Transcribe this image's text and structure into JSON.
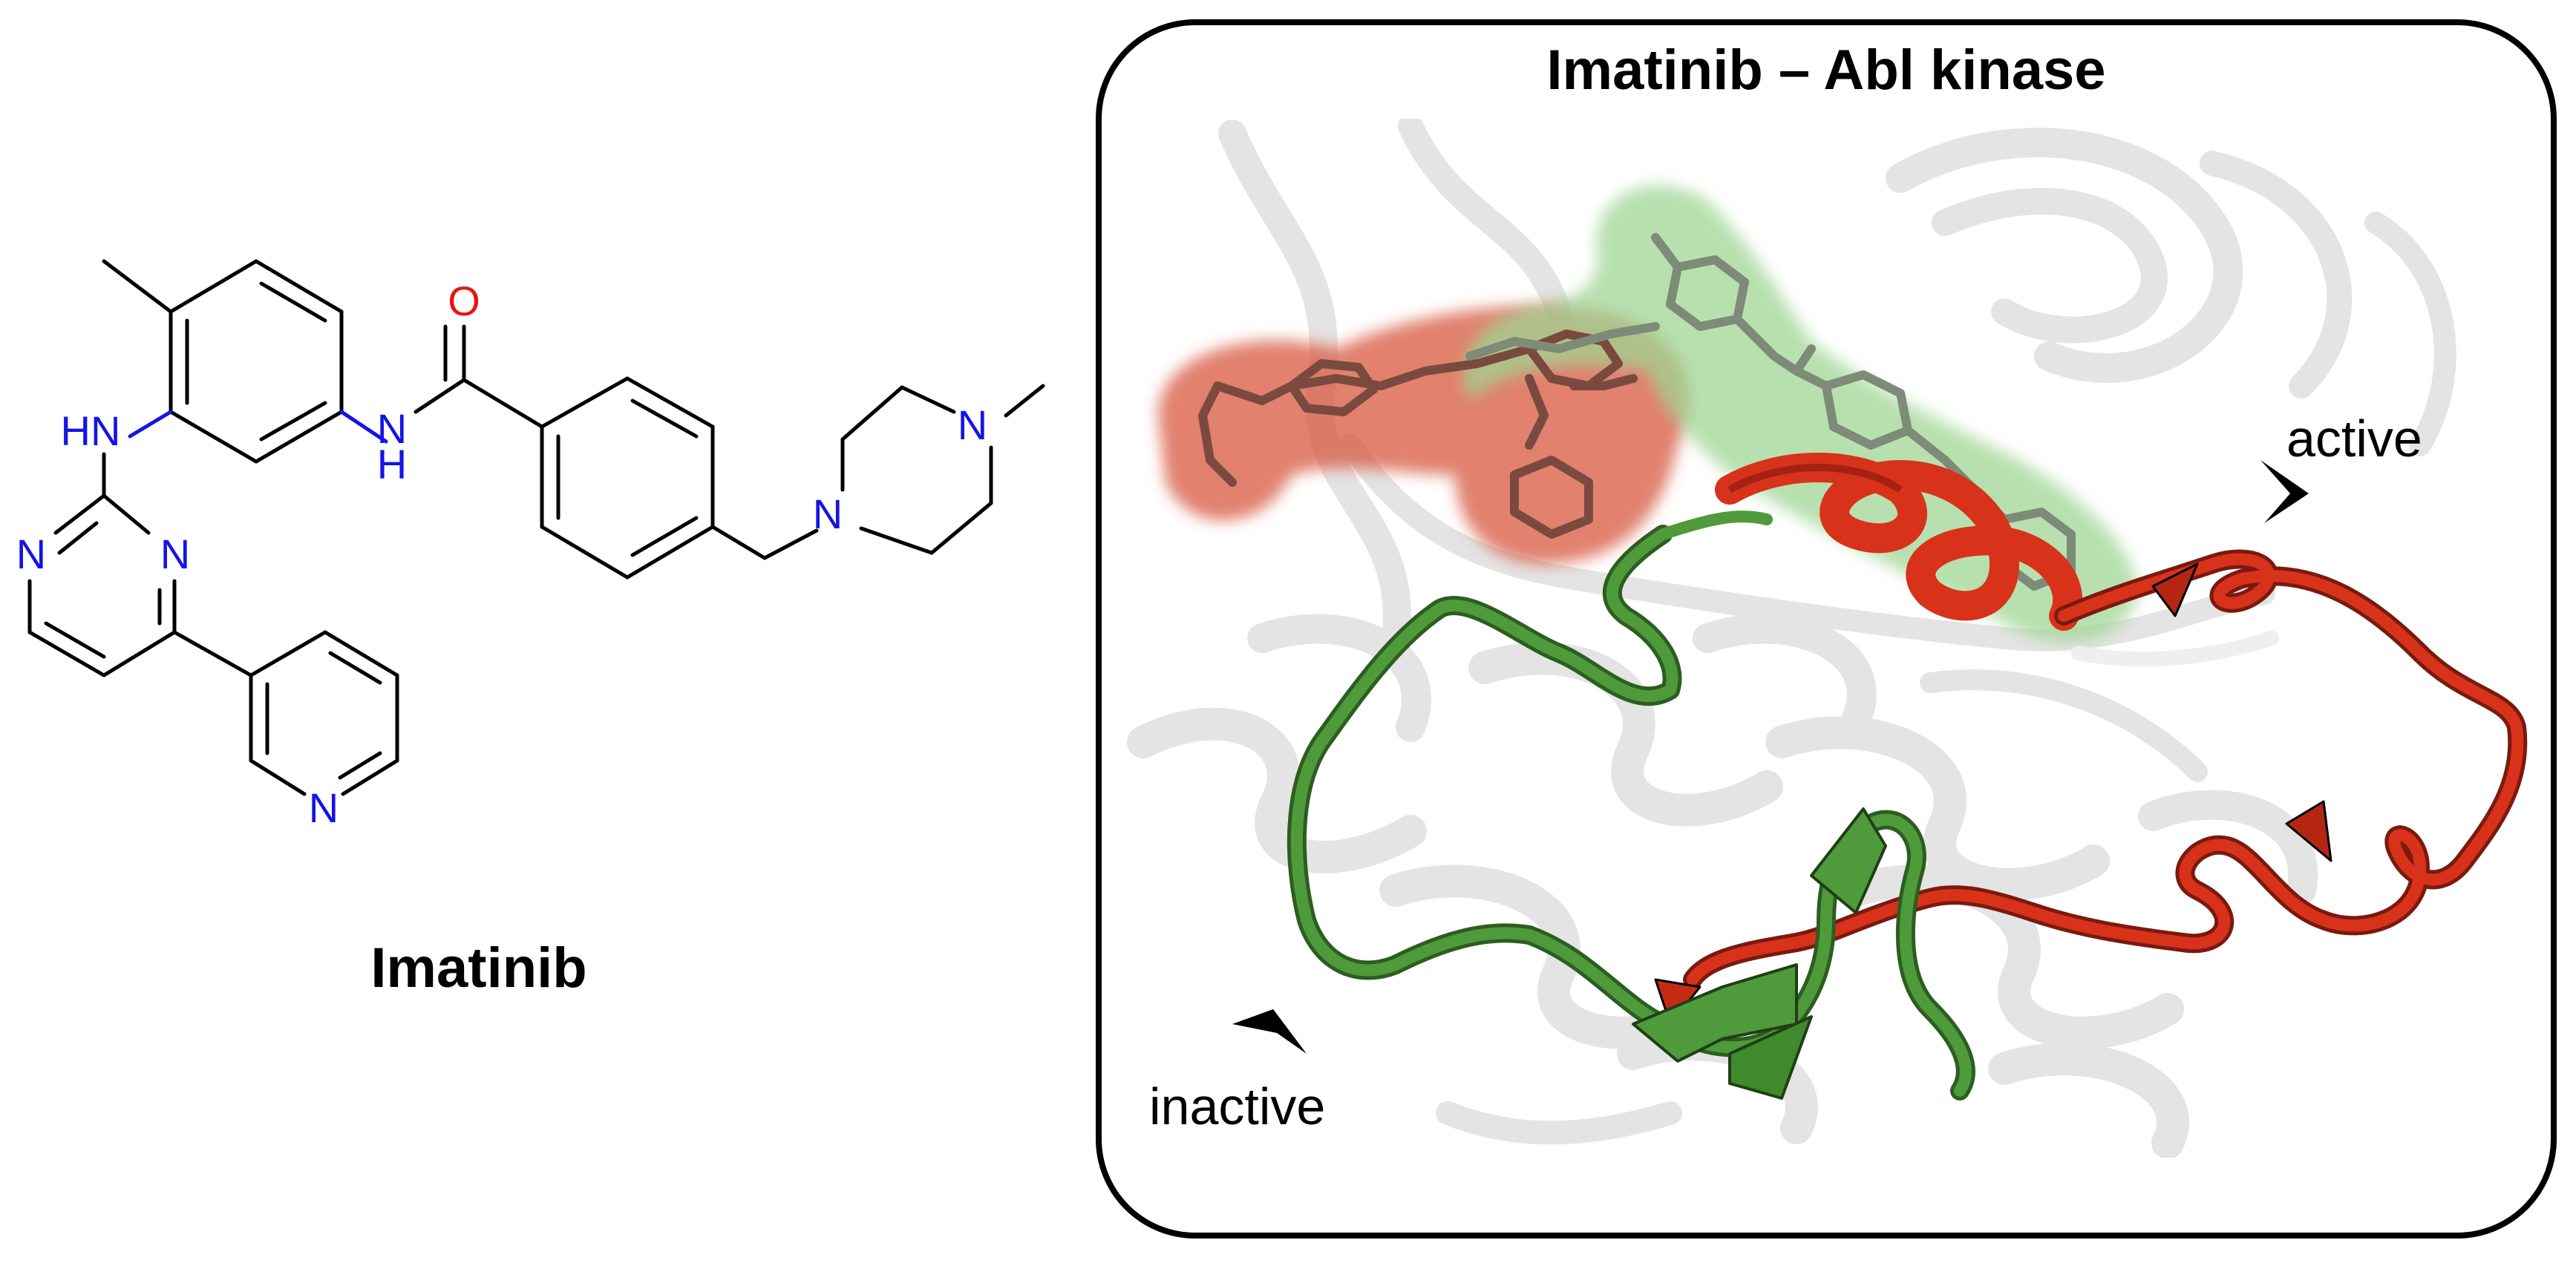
{
  "left_panel": {
    "molecule_name": "Imatinib",
    "atoms": {
      "O": "O",
      "N": "N",
      "H": "H",
      "HN": "HN"
    }
  },
  "right_panel": {
    "title": "Imatinib – Abl kinase",
    "labels": {
      "active": "active",
      "inactive": "inactive"
    }
  },
  "colors": {
    "nitrogen": "#1414e6",
    "oxygen": "#e61414",
    "bond": "#000000",
    "active_state": "#d8321b",
    "inactive_state": "#4f9a3a",
    "protein_ghost": "#e4e4e4"
  }
}
